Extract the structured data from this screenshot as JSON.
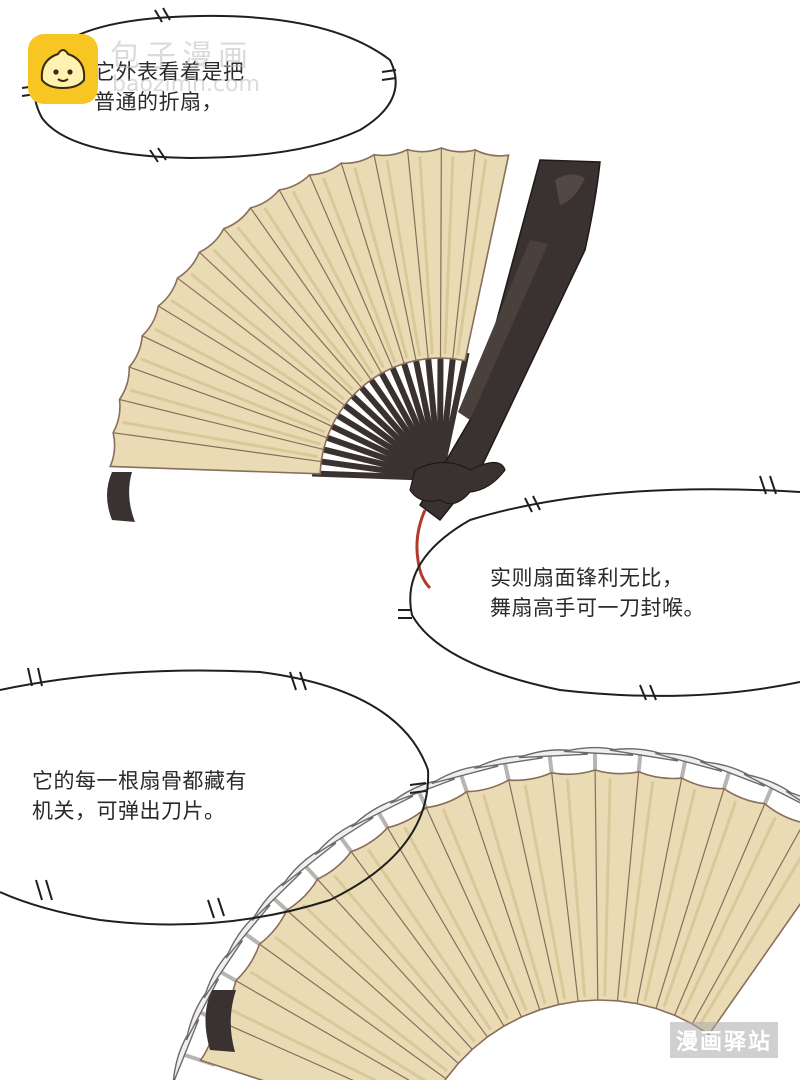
{
  "panel": {
    "caption1": [
      "它外表看着是把",
      "普通的折扇，"
    ],
    "caption2": [
      "实则扇面锋利无比，",
      "舞扇高手可一刀封喉。"
    ],
    "caption3": [
      "它的每一根扇骨都藏有",
      "机关，可弹出刀片。"
    ]
  },
  "watermark": {
    "site_name": "包子漫画",
    "site_url": "baozimh.com",
    "corner_text": "漫画驿站",
    "icon": "bun-mascot-icon"
  },
  "colors": {
    "paper": "#e9dcb4",
    "paper_shade": "#d9c89a",
    "fold_line": "#8a6d5a",
    "rib": "#3a3230",
    "ink": "#2a2a2a",
    "tassel": "#b23a2a",
    "logo": "#f7c623"
  }
}
